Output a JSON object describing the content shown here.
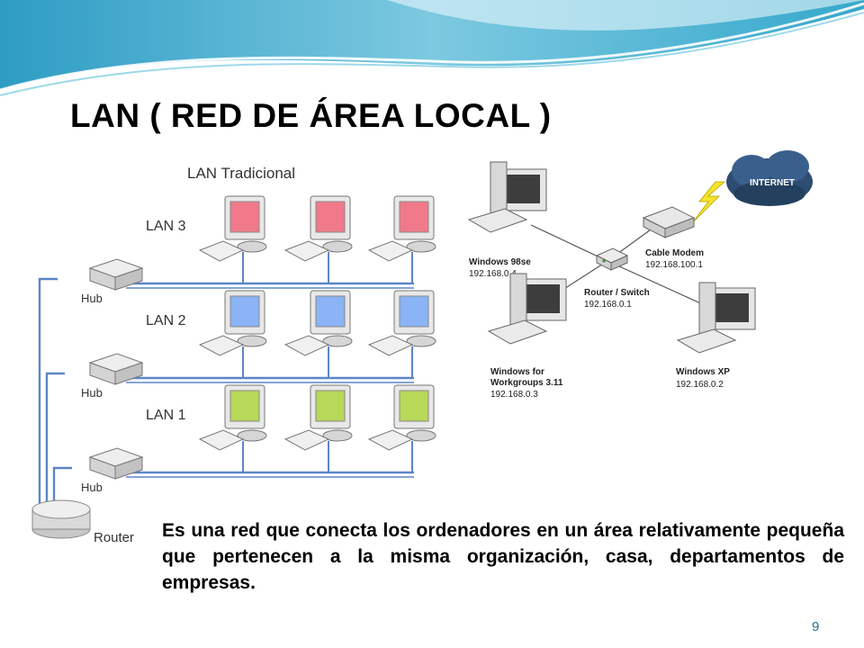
{
  "slide": {
    "title": "LAN ( RED DE ÁREA LOCAL )",
    "description": "Es una red que conecta los ordenadores en un área relativamente pequeña que pertenecen a la misma organización, casa, departamentos de empresas.",
    "page_number": "9"
  },
  "traditional_lan": {
    "title": "LAN Tradicional",
    "groups": [
      {
        "label": "LAN 3",
        "hub_label": "Hub",
        "screen_color": "#f07a8a"
      },
      {
        "label": "LAN 2",
        "hub_label": "Hub",
        "screen_color": "#8ab4f5"
      },
      {
        "label": "LAN 1",
        "hub_label": "Hub",
        "screen_color": "#b8d85a"
      }
    ],
    "router_label": "Router",
    "link_color": "#5b86c7"
  },
  "home_network": {
    "internet_label": "INTERNET",
    "cable_modem": {
      "name": "Cable Modem",
      "ip": "192.168.100.1"
    },
    "router_switch": {
      "name": "Router / Switch",
      "ip": "192.168.0.1"
    },
    "win98": {
      "name": "Windows 98se",
      "ip": "192.168.0.4"
    },
    "wfw": {
      "name_line1": "Windows for",
      "name_line2": "Workgroups 3.11",
      "ip": "192.168.0.3"
    },
    "winxp": {
      "name": "Windows XP",
      "ip": "192.168.0.2"
    }
  },
  "colors": {
    "wave_dark": "#33a3c9",
    "wave_light": "#bfe6f1",
    "title": "#000000",
    "page_number": "#1f6f8b"
  }
}
